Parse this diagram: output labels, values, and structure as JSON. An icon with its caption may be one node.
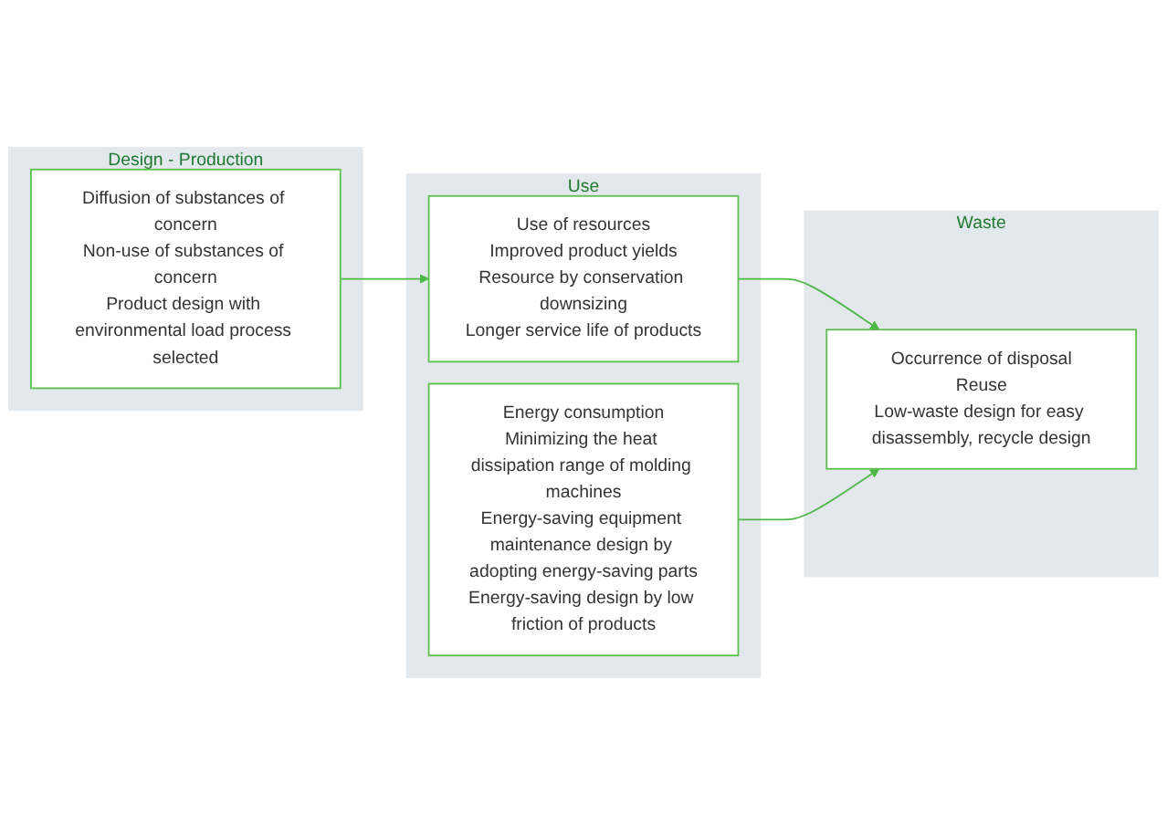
{
  "diagram": {
    "nodes": [
      {
        "text": [
          "Design - Production"
        ]
      },
      {
        "text": [
          "Diffusion of substances of concern",
          "Non-use of substances of concern",
          "Product design with environmental load process selected"
        ],
        "in": 0
      },
      {
        "text": [
          "Use"
        ]
      },
      {
        "text": [
          "Use of resources",
          "Improved product yields",
          "Resource by conservation downsizing",
          "Longer service life of products"
        ],
        "in": 2
      },
      {
        "text": [
          "Energy consumption",
          "Minimizing the heat dissipation range of molding machines",
          "Energy-saving equipment maintenance design by adopting energy-saving parts",
          "Energy-saving design by low friction of products"
        ],
        "in": 2
      },
      {
        "text": [
          "Waste"
        ]
      },
      {
        "text": [
          "Occurrence of disposal",
          "Reuse",
          "Low-waste design for easy disassembly, recycle design"
        ],
        "in": 5
      }
    ],
    "edges": [
      {
        "from": 1,
        "to": 3,
        "arrow": "to"
      },
      {
        "from": 3,
        "to": 6,
        "arrow": "to"
      },
      {
        "from": 4,
        "to": 6,
        "arrow": "to"
      }
    ]
  }
}
